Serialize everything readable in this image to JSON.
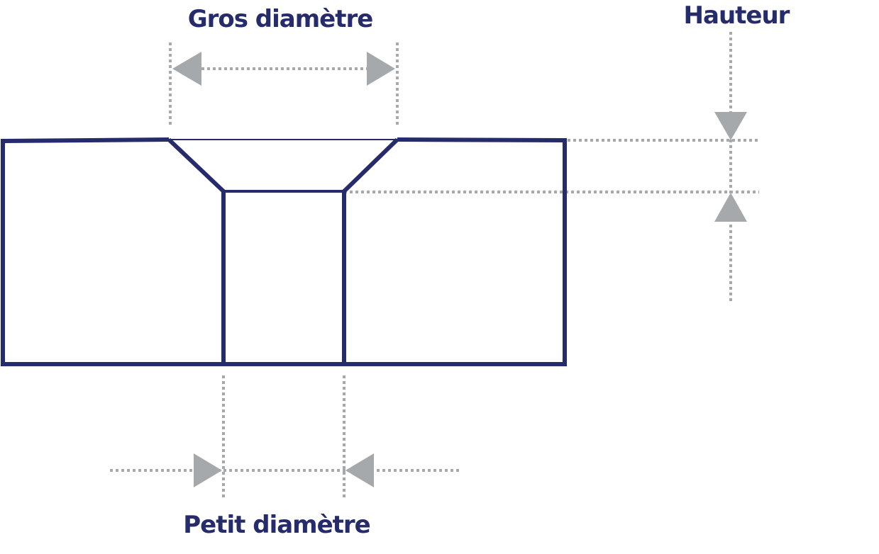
{
  "labels": {
    "large_diameter": "Gros diamètre",
    "height": "Hauteur",
    "small_diameter": "Petit diamètre"
  },
  "colors": {
    "outline": "#262c6b",
    "dimension": "#a6a9ac",
    "text": "#262c6b"
  }
}
